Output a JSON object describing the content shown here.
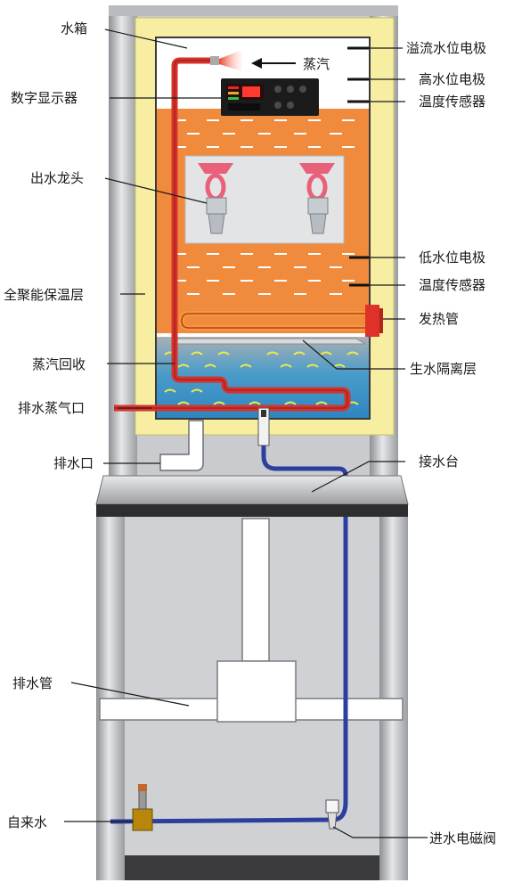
{
  "labels": {
    "water_tank": "水箱",
    "digital_display": "数字显示器",
    "faucet": "出水龙头",
    "insulation": "全聚能保温层",
    "steam_recovery": "蒸汽回收",
    "drain_steam_outlet": "排水蒸气口",
    "drain_outlet": "排水口",
    "drain_pipe": "排水管",
    "tap_water": "自来水",
    "steam": "蒸汽",
    "overflow_electrode": "溢流水位电极",
    "high_level_electrode": "高水位电极",
    "temp_sensor_top": "温度传感器",
    "low_level_electrode": "低水位电极",
    "temp_sensor_mid": "温度传感器",
    "heating_tube": "发热管",
    "raw_water_isolation": "生水隔离层",
    "drip_tray": "接水台",
    "inlet_solenoid_valve": "进水电磁阀"
  },
  "colors": {
    "insulation": "#f7eea2",
    "hot_water": "#f08a3c",
    "raw_water": "#3f95c8",
    "pipe_red": "#d8322c",
    "pipe_blue": "#2b3f9e",
    "cabinet": "#c4c6c9"
  }
}
